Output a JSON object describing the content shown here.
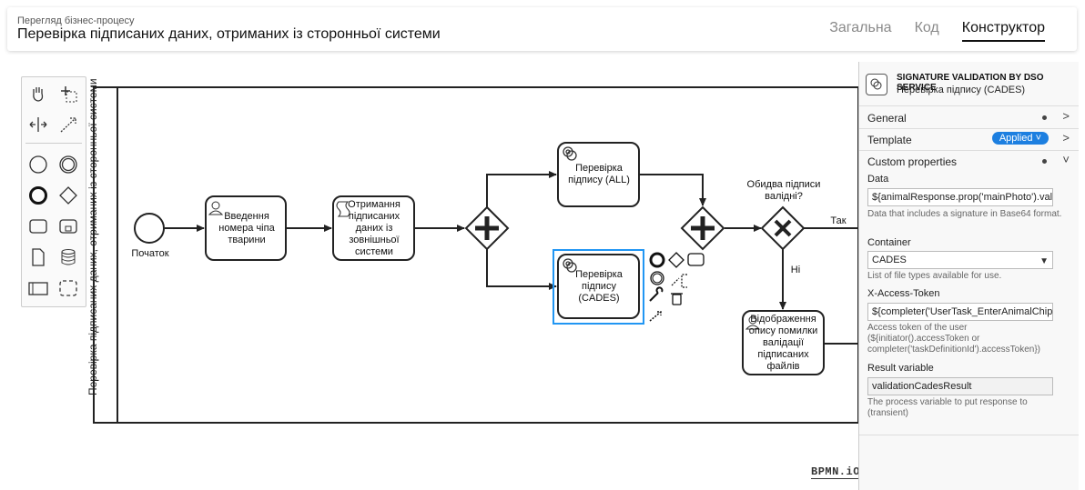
{
  "header": {
    "subtitle": "Перегляд бізнес-процесу",
    "title": "Перевірка підписаних даних, отриманих із сторонньої системи",
    "tabs": [
      {
        "label": "Загальна",
        "active": false
      },
      {
        "label": "Код",
        "active": false
      },
      {
        "label": "Конструктор",
        "active": true
      }
    ]
  },
  "diagram": {
    "lane_label": "Перевірка підписаних даних, отриманих із сторонньої системи",
    "start_label": "Початок",
    "tasks": {
      "t1": "Введення номера чіпа тварини",
      "t2": "Отримання підписаних даних із зовнішньої системи",
      "t3": "Перевірка підпису (ALL)",
      "t4": "Перевірка підпису (CADES)",
      "t5": "Відображення опису помилки валідації підписаних файлів"
    },
    "gateway_label": "Обидва підписи валідні?",
    "flow_yes": "Так",
    "flow_no": "Ні",
    "brand": "BPMN.iO"
  },
  "properties": {
    "type": "SIGNATURE VALIDATION BY DSO SERVICE",
    "name": "Перевірка підпису (CADES)",
    "groups": {
      "general": "General",
      "template": "Template",
      "template_badge": "Applied",
      "custom": "Custom properties"
    },
    "fields": {
      "data_label": "Data",
      "data_value": "${animalResponse.prop('mainPhoto').value}",
      "data_desc": "Data that includes a signature in Base64 format.",
      "container_label": "Container",
      "container_value": "CADES",
      "container_desc": "List of file types available for use.",
      "token_label": "X-Access-Token",
      "token_value": "${completer('UserTask_EnterAnimalChipNumber').accessToken}",
      "token_desc": "Access token of the user (${initiator().accessToken or completer('taskDefinitionId').accessToken})",
      "result_label": "Result variable",
      "result_value": "validationCadesResult",
      "result_desc": "The process variable to put response to (transient)"
    }
  },
  "colors": {
    "accent": "#1d7fe0",
    "selection": "#2196f3"
  }
}
